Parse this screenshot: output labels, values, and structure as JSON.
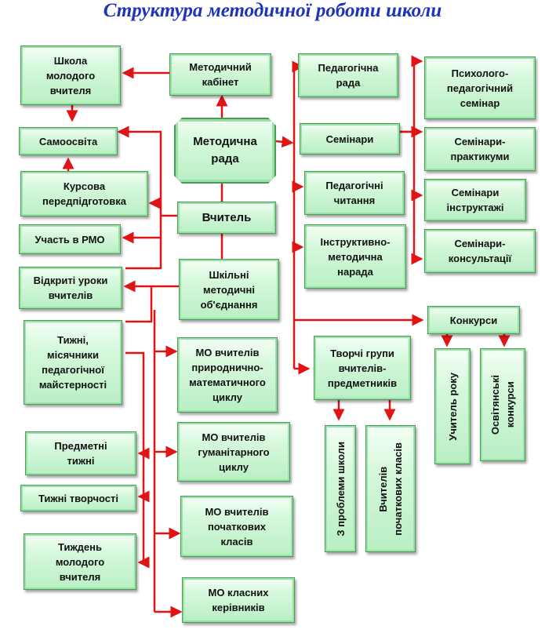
{
  "title": "Структура методичної роботи школи",
  "nodes": {
    "shkola_molodogo_vchytelia": "Школа\nмолодого\nвчителя",
    "metodychnyi_kabinet": "Методичний\nкабінет",
    "samoosvita": "Самоосвіта",
    "metodychna_rada": "Методична\nрада",
    "kursova": "Курсова\nпередпідготовка",
    "vchytel": "Вчитель",
    "uchast_rmo": "Участь в  РМО",
    "shkilni_mo": "Шкільні\nметодичні\nоб'єднання",
    "vidkryti_uroky": "Відкриті уроки\nвчителів",
    "tyzhni_misiachnyky": "Тижні,\nмісячники\nпедагогічної\nмайстерності",
    "mo_pryrodnycho": "МО вчителів\nприроднично-\nматематичного\nциклу",
    "mo_humanitarnoho": "МО вчителів\nгуманітарного\nциклу",
    "mo_pochatkovykh": "МО вчителів\nпочаткових\nкласів",
    "mo_klasnykh": "МО класних\nкерівників",
    "predmetni_tyzhni": "Предметні\nтижні",
    "tyzhni_tvorchosti": "Тижні творчості",
    "tyzhden_molodoho": "Тиждень\nмолодого\nвчителя",
    "pedahohichna_rada": "Педагогічна\nрада",
    "seminary": "Семінари",
    "pedahohichni_chytannia": "Педагогічні\nчитання",
    "instruktyvno_narada": "Інструктивно-\nметодична\nнарада",
    "psykholoho_seminar": "Психолого-\nпедагогічний\nсемінар",
    "seminary_praktykumy": "Семінари-\nпрактикуми",
    "seminary_instruktazhi": "Семінари\nінструктажі",
    "seminary_konsultatsii": "Семінари-\nконсультації",
    "konkursy": "Конкурси",
    "tvorchi_hrupy": "Творчі групи\nвчителів-\nпредметників",
    "vchytel_roku": "Учитель року",
    "osvitianski_konkursy": "Освітянські\nконкурси",
    "z_problemy_shkoly": "З проблеми школи",
    "vchyteliv_pochatkovykh": "Вчителів\nпочаткових класів"
  },
  "colors": {
    "arrow": "#e01414",
    "title": "#1f33b8",
    "box_border": "#4a9a58"
  }
}
